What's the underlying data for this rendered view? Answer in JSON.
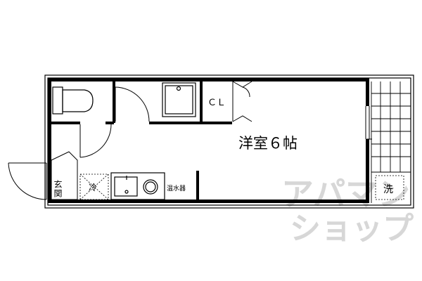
{
  "floorplan": {
    "room_label": "洋室６帖",
    "closet_label": "ＣＬ",
    "entrance_label": "玄関",
    "fridge_label": "冷",
    "water_heater_label": "温水器",
    "washer_label": "洗"
  },
  "watermark": {
    "line1": "アパマン",
    "line2": "ショップ"
  }
}
